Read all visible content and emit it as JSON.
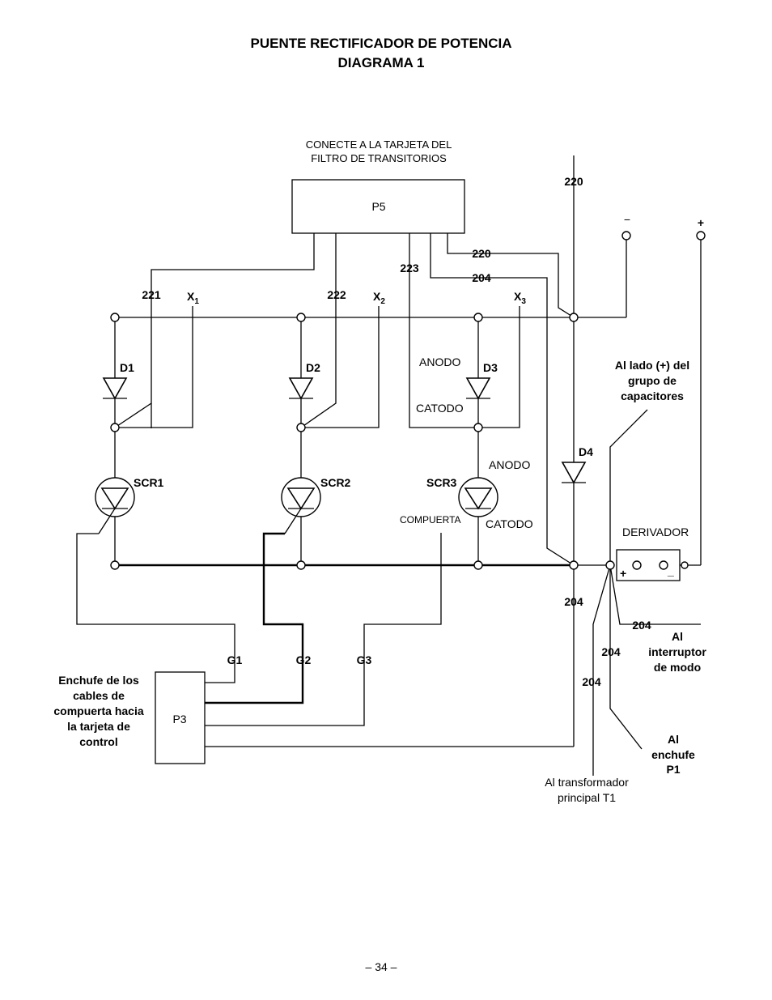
{
  "title": {
    "line1": "PUENTE RECTIFICADOR DE POTENCIA",
    "line2": "DIAGRAMA 1"
  },
  "note_top": {
    "line1": "CONECTE A LA TARJETA DEL",
    "line2": "FILTRO DE TRANSITORIOS"
  },
  "connectors": {
    "p5": "P5",
    "p3": "P3",
    "derivador": "DERIVADOR"
  },
  "wire_numbers": {
    "w220_top": "220",
    "w220_mid": "220",
    "w204_mid": "204",
    "w223": "223",
    "w221": "221",
    "w222": "222",
    "x1": "X",
    "x1_sub": "1",
    "x2": "X",
    "x2_sub": "2",
    "x3": "X",
    "x3_sub": "3",
    "w204_bottom": "204",
    "w204_right": "204",
    "w204_mid2": "204",
    "w204_low": "204"
  },
  "components": {
    "d1": "D1",
    "d2": "D2",
    "d3": "D3",
    "d4": "D4",
    "scr1": "SCR1",
    "scr2": "SCR2",
    "scr3": "SCR3",
    "g1": "G1",
    "g2": "G2",
    "g3": "G3"
  },
  "terminal_labels": {
    "anodo_d3": "ANODO",
    "catodo_d3": "CATODO",
    "anodo_scr3": "ANODO",
    "catodo_scr3": "CATODO",
    "compuerta": "COMPUERTA"
  },
  "polarity": {
    "minus": "−",
    "plus": "+",
    "shunt_plus": "+",
    "shunt_minus": "_"
  },
  "notes": {
    "capacitors": [
      "Al lado (+) del",
      "grupo de",
      "capacitores"
    ],
    "mode_switch": [
      "Al",
      "interruptor",
      "de modo"
    ],
    "plug_p1": [
      "Al",
      "enchufe",
      "P1"
    ],
    "transformer": [
      "Al transformador",
      "principal T1"
    ],
    "gate_plug": [
      "Enchufe de los",
      "cables de",
      "compuerta hacia",
      "la tarjeta de",
      "control"
    ]
  },
  "page_number": "– 34 –"
}
